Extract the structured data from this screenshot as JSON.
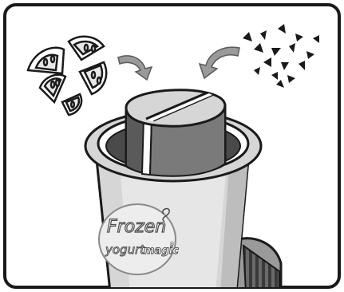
{
  "logo": {
    "line1": "Frozen",
    "line2": "yogurt",
    "line3": "magic",
    "trademark": "®"
  },
  "colors": {
    "ink": "#1a1a1a",
    "light_gray": "#d6d6d6",
    "mid_gray": "#9a9a9a",
    "dark_gray": "#4a4a4a",
    "background": "#ffffff"
  },
  "icons": [
    "fruit-pieces",
    "chocolate-chips",
    "curved-arrow-right",
    "curved-arrow-left",
    "cylindrical-plunger",
    "machine-cup"
  ]
}
